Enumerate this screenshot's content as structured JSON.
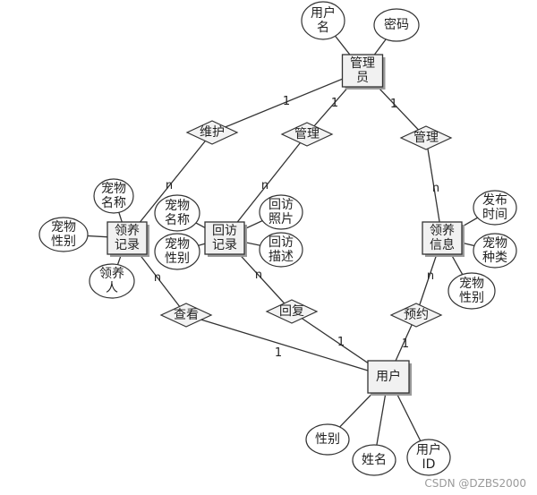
{
  "entities": {
    "admin": "管理\n员",
    "adoption_record": "领养\n记录",
    "visit_record": "回访\n记录",
    "adoption_info": "领养\n信息",
    "user": "用户"
  },
  "attributes": {
    "admin_username": "用户\n名",
    "admin_password": "密码",
    "record_pet_name": "宠物\n名称",
    "record_pet_gender": "宠物\n性别",
    "record_adopter": "领养\n人",
    "visit_pet_name": "宠物\n名称",
    "visit_pet_gender": "宠物\n性别",
    "visit_photo": "回访\n照片",
    "visit_desc": "回访\n描述",
    "info_publish_time": "发布\n时间",
    "info_pet_type": "宠物\n种类",
    "info_pet_gender": "宠物\n性别",
    "user_gender": "性别",
    "user_name": "姓名",
    "user_id": "用户\nID"
  },
  "relationships": {
    "maintain": "维护",
    "manage_visit": "管理",
    "manage_info": "管理",
    "view": "查看",
    "reply": "回复",
    "reserve": "预约"
  },
  "cardinalities": {
    "admin_maintain": "1",
    "maintain_record": "n",
    "admin_manage_visit": "1",
    "manage_visit_record": "n",
    "admin_manage_info": "1",
    "manage_info_info": "n",
    "record_view": "n",
    "view_user": "1",
    "visit_reply": "n",
    "reply_user": "1",
    "info_reserve": "n",
    "reserve_user": "1"
  },
  "watermark": "CSDN @DZBS2000"
}
